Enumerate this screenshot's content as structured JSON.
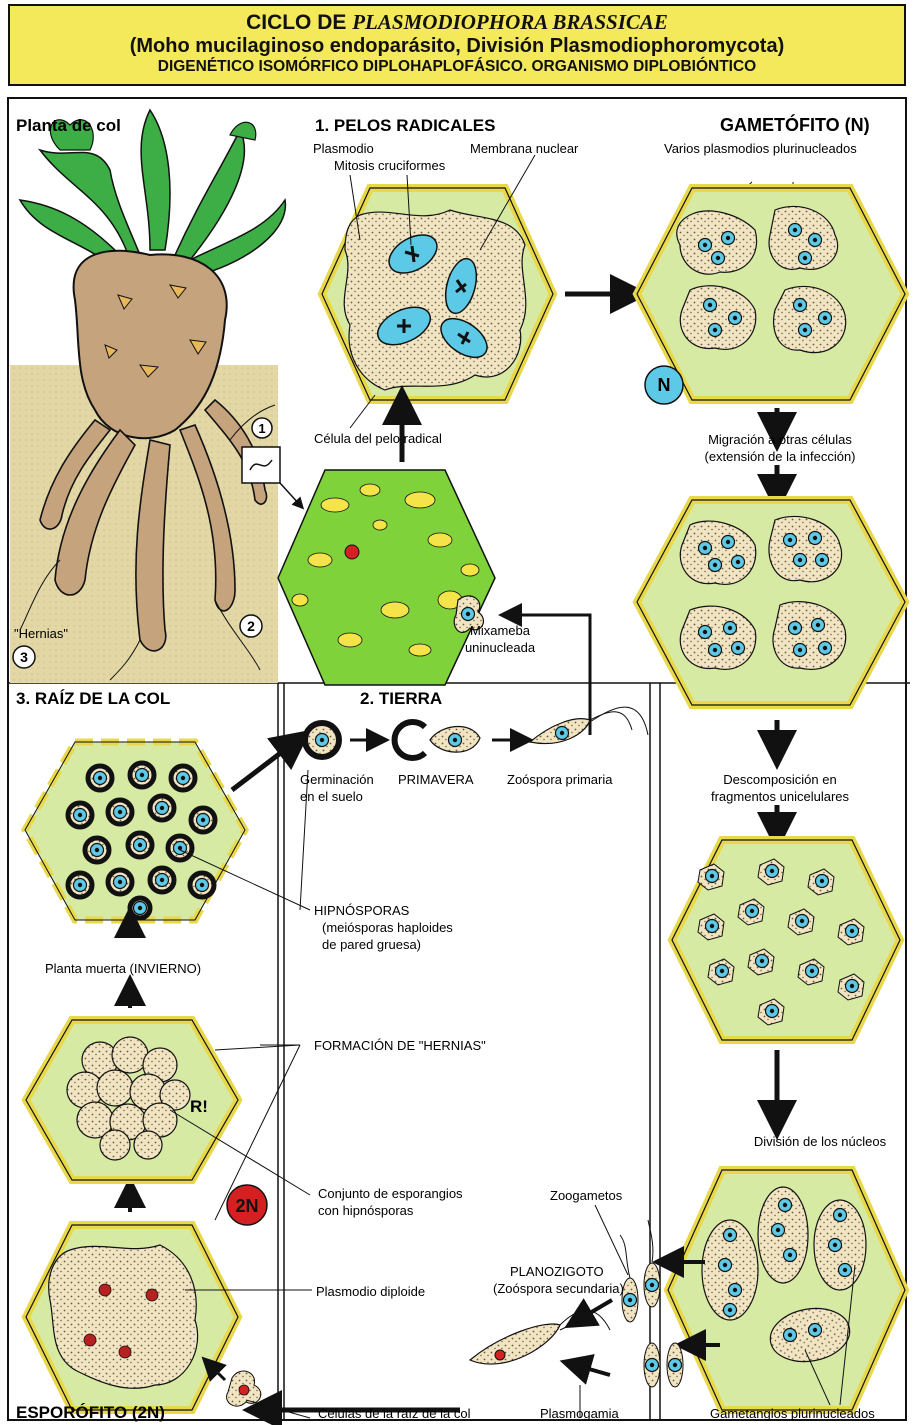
{
  "header": {
    "title_prefix": "CICLO DE ",
    "title_italic": "PLASMODIOPHORA BRASSICAE",
    "subtitle": "(Moho mucilaginoso endoparásito, División Plasmodiophoromycota)",
    "subtitle2": "DIGENÉTICO ISOMÓRFICO DIPLOHAPLOFÁSICO. ORGANISMO DIPLOBIÓNTICO"
  },
  "labels": {
    "planta_de_col": "Planta de col",
    "pelos_radicales": "1. PELOS RADICALES",
    "gametofito": "GAMETÓFITO (N)",
    "plasmodio": "Plasmodio",
    "mitosis": "Mitosis cruciformes",
    "membrana": "Membrana nuclear",
    "varios_plasmodios": "Varios plasmodios plurinucleados",
    "n_badge": "N",
    "celula_pelo": "Célula del pelo radical",
    "migracion_1": "Migración a otras células",
    "migracion_2": "(extensión de la infección)",
    "num1": "1",
    "num2": "2",
    "num3": "3",
    "hernias": "\"Hernias\"",
    "mixameba_1": "Mixameba",
    "mixameba_2": "uninucleada",
    "raiz_col": "3. RAÍZ DE LA COL",
    "tierra": "2.  TIERRA",
    "germinacion_1": "Germinación",
    "germinacion_2": "en el suelo",
    "primavera": "PRIMAVERA",
    "zoospora_primaria": "Zoóspora primaria",
    "descomposicion_1": "Descomposición en",
    "descomposicion_2": "fragmentos unicelulares",
    "hipnosporas_1": "HIPNÓSPORAS",
    "hipnosporas_2": "(meiósporas haploides",
    "hipnosporas_3": "de pared gruesa)",
    "planta_muerta": "Planta muerta (INVIERNO)",
    "formacion_hernias": "FORMACIÓN DE \"HERNIAS\"",
    "ri": "R!",
    "division_nucleos": "División de los núcleos",
    "zoogametos": "Zoogametos",
    "conjunto_1": "Conjunto de esporangios",
    "conjunto_2": "con hipnósporas",
    "twon_badge": "2N",
    "plasmodio_diploide": "Plasmodio diploide",
    "planozigoto_1": "PLANOZIGOTO",
    "planozigoto_2": "(Zoóspora secundaria)",
    "esporofito": "ESPORÓFITO (2N)",
    "celulas_raiz": "Células de la raíz de la col",
    "plasmogamia": "Plasmogamia",
    "gametangios": "Gametangios plurinucleados"
  },
  "colors": {
    "header_bg": "#f4e95a",
    "cell_fill": "#d6eaa4",
    "cell_wall": "#e8d84a",
    "green_cell": "#7fd23a",
    "plasmodium": "#f0e2be",
    "nucleus_cyan": "#55c8e8",
    "red": "#d42020",
    "soil": "#e3d7a6",
    "root": "#d2b28a",
    "leaf": "#3cae45"
  }
}
